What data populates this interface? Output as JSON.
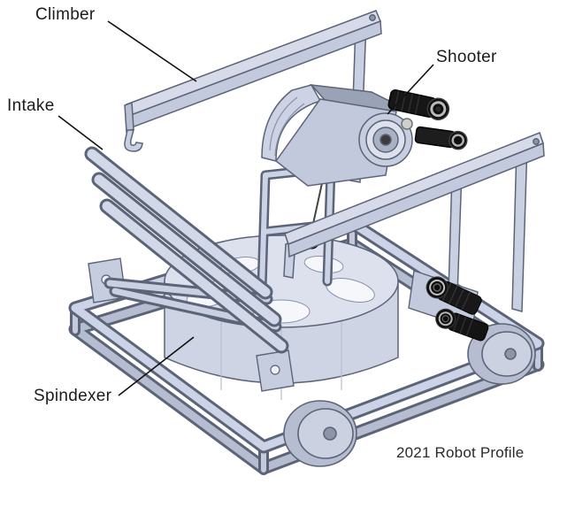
{
  "diagram": {
    "caption": "2021 Robot Profile",
    "labels": {
      "climber": "Climber",
      "shooter": "Shooter",
      "intake": "Intake",
      "spindexer": "Spindexer"
    },
    "colors": {
      "background": "#ffffff",
      "cad_body_fill": "#ccd3e6",
      "cad_body_light": "#dde1ee",
      "cad_outline": "#5c6478",
      "motor_black": "#171717",
      "motor_silver": "#bbbbbb",
      "leader_line": "#111111",
      "label_text": "#1c1c1c"
    }
  }
}
